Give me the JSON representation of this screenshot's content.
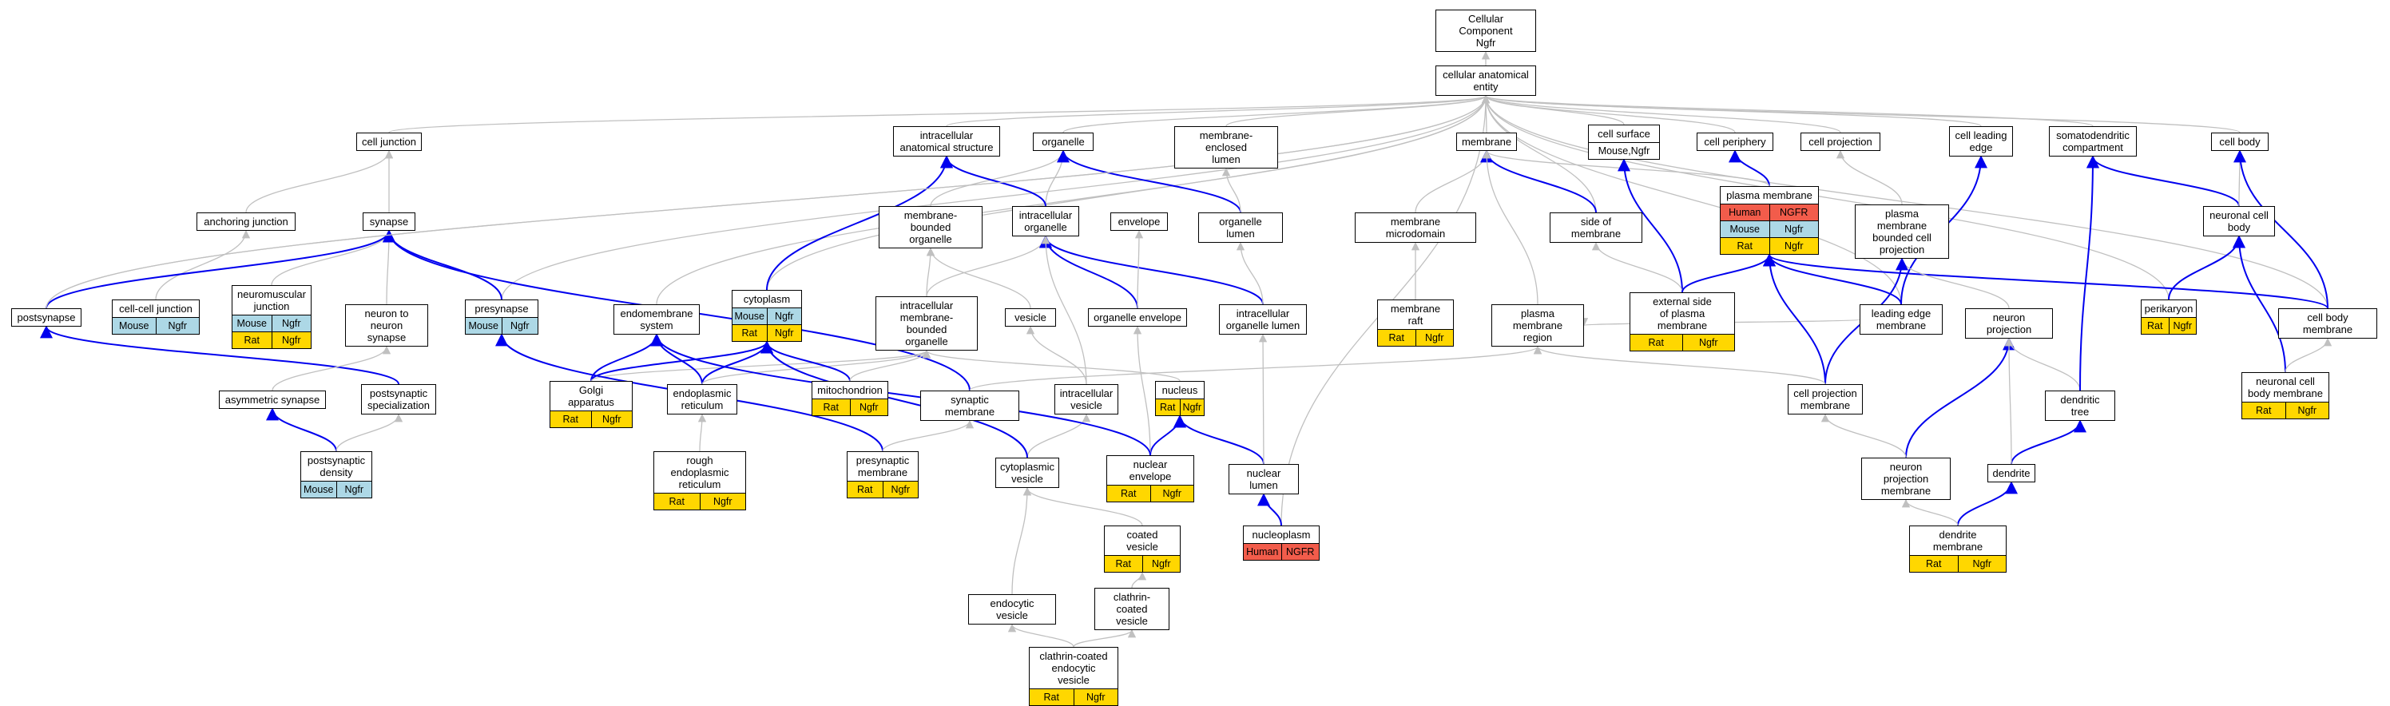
{
  "colors": {
    "is_a": "#c0c0c0",
    "part_of": "#0000ee",
    "Human": "#F25C4B",
    "Mouse": "#ADD8E6",
    "Rat": "#FFD700"
  },
  "nodes": [
    {
      "id": "root",
      "label": "Cellular Component\nNgfr",
      "rows": []
    },
    {
      "id": "cae",
      "label": "cellular anatomical\nentity",
      "rows": []
    },
    {
      "id": "cell_junction",
      "label": "cell junction",
      "rows": []
    },
    {
      "id": "ias",
      "label": "intracellular\nanatomical structure",
      "rows": []
    },
    {
      "id": "organelle",
      "label": "organelle",
      "rows": []
    },
    {
      "id": "mel",
      "label": "membrane-enclosed\nlumen",
      "rows": []
    },
    {
      "id": "membrane",
      "label": "membrane",
      "rows": []
    },
    {
      "id": "cell_surface",
      "label": "cell surface",
      "rows": [
        [
          [
            "Mouse",
            "Ngfr"
          ]
        ]
      ]
    },
    {
      "id": "cell_periphery",
      "label": "cell periphery",
      "rows": []
    },
    {
      "id": "cell_projection",
      "label": "cell projection",
      "rows": []
    },
    {
      "id": "cell_leading_edge",
      "label": "cell leading\nedge",
      "rows": []
    },
    {
      "id": "somatodendritic",
      "label": "somatodendritic\ncompartment",
      "rows": []
    },
    {
      "id": "cell_body",
      "label": "cell body",
      "rows": []
    },
    {
      "id": "anchoring_junction",
      "label": "anchoring junction",
      "rows": []
    },
    {
      "id": "synapse",
      "label": "synapse",
      "rows": []
    },
    {
      "id": "mbo",
      "label": "membrane-bounded\norganelle",
      "rows": []
    },
    {
      "id": "io",
      "label": "intracellular\norganelle",
      "rows": []
    },
    {
      "id": "envelope",
      "label": "envelope",
      "rows": []
    },
    {
      "id": "organelle_lumen",
      "label": "organelle lumen",
      "rows": []
    },
    {
      "id": "membrane_microdomain",
      "label": "membrane microdomain",
      "rows": []
    },
    {
      "id": "side_of_membrane",
      "label": "side of membrane",
      "rows": []
    },
    {
      "id": "plasma_membrane",
      "label": "plasma membrane",
      "rows": [
        [
          "Human",
          "NGFR"
        ],
        [
          "Mouse",
          "Ngfr"
        ],
        [
          "Rat",
          "Ngfr"
        ]
      ]
    },
    {
      "id": "pmbcp",
      "label": "plasma membrane\nbounded cell\nprojection",
      "rows": []
    },
    {
      "id": "neuronal_cell_body",
      "label": "neuronal cell\nbody",
      "rows": []
    },
    {
      "id": "postsynapse",
      "label": "postsynapse",
      "rows": []
    },
    {
      "id": "ccj",
      "label": "cell-cell junction",
      "rows": [
        [
          "Mouse",
          "Ngfr"
        ]
      ]
    },
    {
      "id": "nmj",
      "label": "neuromuscular\njunction",
      "rows": [
        [
          "Mouse",
          "Ngfr"
        ],
        [
          "Rat",
          "Ngfr"
        ]
      ]
    },
    {
      "id": "nns",
      "label": "neuron to neuron\nsynapse",
      "rows": []
    },
    {
      "id": "presynapse",
      "label": "presynapse",
      "rows": [
        [
          "Mouse",
          "Ngfr"
        ]
      ]
    },
    {
      "id": "endomembrane",
      "label": "endomembrane\nsystem",
      "rows": []
    },
    {
      "id": "cytoplasm",
      "label": "cytoplasm",
      "rows": [
        [
          "Mouse",
          "Ngfr"
        ],
        [
          "Rat",
          "Ngfr"
        ]
      ]
    },
    {
      "id": "imbo",
      "label": "intracellular\nmembrane-bounded\norganelle",
      "rows": []
    },
    {
      "id": "vesicle",
      "label": "vesicle",
      "rows": []
    },
    {
      "id": "organelle_envelope",
      "label": "organelle envelope",
      "rows": []
    },
    {
      "id": "iol",
      "label": "intracellular\norganelle lumen",
      "rows": []
    },
    {
      "id": "membrane_raft",
      "label": "membrane raft",
      "rows": [
        [
          "Rat",
          "Ngfr"
        ]
      ]
    },
    {
      "id": "pmr",
      "label": "plasma membrane\nregion",
      "rows": []
    },
    {
      "id": "esopm",
      "label": "external side\nof plasma membrane",
      "rows": [
        [
          "Rat",
          "Ngfr"
        ]
      ]
    },
    {
      "id": "lem",
      "label": "leading edge\nmembrane",
      "rows": []
    },
    {
      "id": "neuron_projection",
      "label": "neuron projection",
      "rows": []
    },
    {
      "id": "perikaryon",
      "label": "perikaryon",
      "rows": [
        [
          "Rat",
          "Ngfr"
        ]
      ]
    },
    {
      "id": "cbm",
      "label": "cell body membrane",
      "rows": []
    },
    {
      "id": "asym",
      "label": "asymmetric synapse",
      "rows": []
    },
    {
      "id": "ps_spec",
      "label": "postsynaptic\nspecialization",
      "rows": []
    },
    {
      "id": "golgi",
      "label": "Golgi apparatus",
      "rows": [
        [
          "Rat",
          "Ngfr"
        ]
      ]
    },
    {
      "id": "er",
      "label": "endoplasmic\nreticulum",
      "rows": []
    },
    {
      "id": "mito",
      "label": "mitochondrion",
      "rows": [
        [
          "Rat",
          "Ngfr"
        ]
      ]
    },
    {
      "id": "syn_mem",
      "label": "synaptic membrane",
      "rows": []
    },
    {
      "id": "ivesicle",
      "label": "intracellular\nvesicle",
      "rows": []
    },
    {
      "id": "nucleus",
      "label": "nucleus",
      "rows": [
        [
          "Rat",
          "Ngfr"
        ]
      ]
    },
    {
      "id": "cpm",
      "label": "cell projection\nmembrane",
      "rows": []
    },
    {
      "id": "dendritic_tree",
      "label": "dendritic tree",
      "rows": []
    },
    {
      "id": "ncbm",
      "label": "neuronal cell\nbody membrane",
      "rows": [
        [
          "Rat",
          "Ngfr"
        ]
      ]
    },
    {
      "id": "psd",
      "label": "postsynaptic\ndensity",
      "rows": [
        [
          "Mouse",
          "Ngfr"
        ]
      ]
    },
    {
      "id": "rer",
      "label": "rough endoplasmic\nreticulum",
      "rows": [
        [
          "Rat",
          "Ngfr"
        ]
      ]
    },
    {
      "id": "presyn_mem",
      "label": "presynaptic\nmembrane",
      "rows": [
        [
          "Rat",
          "Ngfr"
        ]
      ]
    },
    {
      "id": "cyto_vesicle",
      "label": "cytoplasmic\nvesicle",
      "rows": []
    },
    {
      "id": "nuc_env",
      "label": "nuclear envelope",
      "rows": [
        [
          "Rat",
          "Ngfr"
        ]
      ]
    },
    {
      "id": "nuc_lumen",
      "label": "nuclear lumen",
      "rows": []
    },
    {
      "id": "npm",
      "label": "neuron projection\nmembrane",
      "rows": []
    },
    {
      "id": "dendrite",
      "label": "dendrite",
      "rows": []
    },
    {
      "id": "coated_vesicle",
      "label": "coated vesicle",
      "rows": [
        [
          "Rat",
          "Ngfr"
        ]
      ]
    },
    {
      "id": "nucleoplasm",
      "label": "nucleoplasm",
      "rows": [
        [
          "Human",
          "NGFR"
        ]
      ]
    },
    {
      "id": "dendrite_mem",
      "label": "dendrite membrane",
      "rows": [
        [
          "Rat",
          "Ngfr"
        ]
      ]
    },
    {
      "id": "endocytic_vesicle",
      "label": "endocytic vesicle",
      "rows": []
    },
    {
      "id": "ccv",
      "label": "clathrin-coated\nvesicle",
      "rows": []
    },
    {
      "id": "ccev",
      "label": "clathrin-coated\nendocytic vesicle",
      "rows": [
        [
          "Rat",
          "Ngfr"
        ]
      ]
    }
  ],
  "edges": [
    [
      "cae",
      "root",
      "is_a"
    ],
    [
      "cell_junction",
      "cae",
      "is_a"
    ],
    [
      "ias",
      "cae",
      "is_a"
    ],
    [
      "organelle",
      "cae",
      "is_a"
    ],
    [
      "mel",
      "cae",
      "is_a"
    ],
    [
      "membrane",
      "cae",
      "is_a"
    ],
    [
      "cell_surface",
      "cae",
      "is_a"
    ],
    [
      "cell_periphery",
      "cae",
      "is_a"
    ],
    [
      "cell_projection",
      "cae",
      "is_a"
    ],
    [
      "cell_leading_edge",
      "cae",
      "is_a"
    ],
    [
      "somatodendritic",
      "cae",
      "is_a"
    ],
    [
      "cell_body",
      "cae",
      "is_a"
    ],
    [
      "postsynapse",
      "cae",
      "is_a"
    ],
    [
      "presynapse",
      "cae",
      "is_a"
    ],
    [
      "endomembrane",
      "cae",
      "is_a"
    ],
    [
      "cytoplasm",
      "cae",
      "is_a"
    ],
    [
      "nucleoplasm",
      "cae",
      "is_a"
    ],
    [
      "side_of_membrane",
      "cae",
      "is_a"
    ],
    [
      "perikaryon",
      "cae",
      "is_a"
    ],
    [
      "cbm",
      "cae",
      "is_a"
    ],
    [
      "lem",
      "cae",
      "is_a"
    ],
    [
      "anchoring_junction",
      "cell_junction",
      "is_a"
    ],
    [
      "synapse",
      "cell_junction",
      "is_a"
    ],
    [
      "ccj",
      "anchoring_junction",
      "is_a"
    ],
    [
      "nmj",
      "synapse",
      "is_a"
    ],
    [
      "nns",
      "synapse",
      "is_a"
    ],
    [
      "postsynapse",
      "synapse",
      "part_of"
    ],
    [
      "presynapse",
      "synapse",
      "part_of"
    ],
    [
      "syn_mem",
      "synapse",
      "part_of"
    ],
    [
      "cytoplasm",
      "ias",
      "part_of"
    ],
    [
      "mbo",
      "organelle",
      "is_a"
    ],
    [
      "io",
      "organelle",
      "is_a"
    ],
    [
      "organelle_lumen",
      "organelle",
      "part_of"
    ],
    [
      "io",
      "ias",
      "part_of"
    ],
    [
      "imbo",
      "mbo",
      "is_a"
    ],
    [
      "imbo",
      "io",
      "is_a"
    ],
    [
      "organelle_envelope",
      "io",
      "part_of"
    ],
    [
      "iol",
      "io",
      "part_of"
    ],
    [
      "vesicle",
      "mbo",
      "is_a"
    ],
    [
      "organelle_envelope",
      "envelope",
      "is_a"
    ],
    [
      "organelle_lumen",
      "mel",
      "is_a"
    ],
    [
      "iol",
      "organelle_lumen",
      "is_a"
    ],
    [
      "membrane_microdomain",
      "membrane",
      "is_a"
    ],
    [
      "side_of_membrane",
      "membrane",
      "part_of"
    ],
    [
      "pmr",
      "membrane",
      "is_a"
    ],
    [
      "plasma_membrane",
      "cell_periphery",
      "part_of"
    ],
    [
      "plasma_membrane",
      "membrane",
      "is_a"
    ],
    [
      "esopm",
      "cell_surface",
      "part_of"
    ],
    [
      "membrane_raft",
      "membrane_microdomain",
      "is_a"
    ],
    [
      "esopm",
      "side_of_membrane",
      "is_a"
    ],
    [
      "esopm",
      "plasma_membrane",
      "part_of"
    ],
    [
      "pmbcp",
      "cell_projection",
      "is_a"
    ],
    [
      "lem",
      "cell_leading_edge",
      "part_of"
    ],
    [
      "lem",
      "plasma_membrane",
      "part_of"
    ],
    [
      "lem",
      "pmr",
      "is_a"
    ],
    [
      "neuronal_cell_body",
      "somatodendritic",
      "part_of"
    ],
    [
      "neuronal_cell_body",
      "cell_body",
      "is_a"
    ],
    [
      "cbm",
      "cell_body",
      "part_of"
    ],
    [
      "cbm",
      "plasma_membrane",
      "part_of"
    ],
    [
      "ncbm",
      "neuronal_cell_body",
      "part_of"
    ],
    [
      "ncbm",
      "cbm",
      "is_a"
    ],
    [
      "perikaryon",
      "neuronal_cell_body",
      "part_of"
    ],
    [
      "neuron_projection",
      "pmbcp",
      "is_a"
    ],
    [
      "cpm",
      "pmbcp",
      "part_of"
    ],
    [
      "cpm",
      "plasma_membrane",
      "part_of"
    ],
    [
      "cpm",
      "pmr",
      "is_a"
    ],
    [
      "npm",
      "neuron_projection",
      "part_of"
    ],
    [
      "npm",
      "cpm",
      "is_a"
    ],
    [
      "dendritic_tree",
      "neuron_projection",
      "is_a"
    ],
    [
      "dendritic_tree",
      "somatodendritic",
      "part_of"
    ],
    [
      "dendrite",
      "dendritic_tree",
      "part_of"
    ],
    [
      "dendrite",
      "neuron_projection",
      "is_a"
    ],
    [
      "dendrite_mem",
      "dendrite",
      "part_of"
    ],
    [
      "dendrite_mem",
      "npm",
      "is_a"
    ],
    [
      "postsynapse",
      "cae",
      "is_a"
    ],
    [
      "ps_spec",
      "postsynapse",
      "part_of"
    ],
    [
      "asym",
      "nns",
      "is_a"
    ],
    [
      "psd",
      "asym",
      "part_of"
    ],
    [
      "psd",
      "ps_spec",
      "is_a"
    ],
    [
      "golgi",
      "endomembrane",
      "part_of"
    ],
    [
      "golgi",
      "cytoplasm",
      "part_of"
    ],
    [
      "golgi",
      "imbo",
      "is_a"
    ],
    [
      "er",
      "endomembrane",
      "part_of"
    ],
    [
      "er",
      "cytoplasm",
      "part_of"
    ],
    [
      "er",
      "imbo",
      "is_a"
    ],
    [
      "mito",
      "cytoplasm",
      "part_of"
    ],
    [
      "mito",
      "imbo",
      "is_a"
    ],
    [
      "rer",
      "er",
      "is_a"
    ],
    [
      "syn_mem",
      "pmr",
      "is_a"
    ],
    [
      "presyn_mem",
      "presynapse",
      "part_of"
    ],
    [
      "presyn_mem",
      "syn_mem",
      "is_a"
    ],
    [
      "ivesicle",
      "vesicle",
      "is_a"
    ],
    [
      "ivesicle",
      "io",
      "is_a"
    ],
    [
      "cyto_vesicle",
      "ivesicle",
      "is_a"
    ],
    [
      "cyto_vesicle",
      "cytoplasm",
      "part_of"
    ],
    [
      "nucleus",
      "imbo",
      "is_a"
    ],
    [
      "nuc_env",
      "nucleus",
      "part_of"
    ],
    [
      "nuc_env",
      "organelle_envelope",
      "is_a"
    ],
    [
      "nuc_env",
      "endomembrane",
      "part_of"
    ],
    [
      "nuc_lumen",
      "nucleus",
      "part_of"
    ],
    [
      "nuc_lumen",
      "iol",
      "is_a"
    ],
    [
      "nucleoplasm",
      "nuc_lumen",
      "part_of"
    ],
    [
      "coated_vesicle",
      "cyto_vesicle",
      "is_a"
    ],
    [
      "ccv",
      "coated_vesicle",
      "is_a"
    ],
    [
      "endocytic_vesicle",
      "cyto_vesicle",
      "is_a"
    ],
    [
      "ccev",
      "ccv",
      "is_a"
    ],
    [
      "ccev",
      "endocytic_vesicle",
      "is_a"
    ]
  ]
}
